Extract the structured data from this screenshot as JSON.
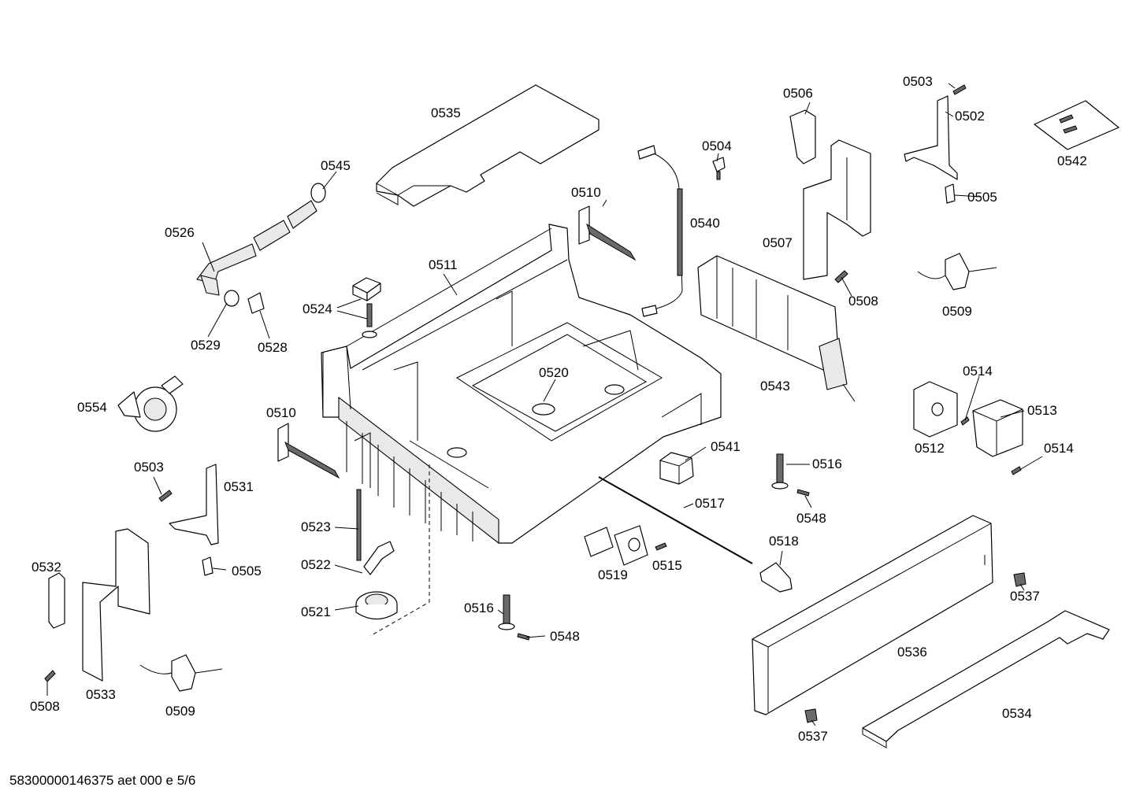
{
  "document": {
    "footer_id": "58300000146375 aet 000 e 5/6"
  },
  "parts": [
    {
      "id": "0503a",
      "label": "0503"
    },
    {
      "id": "0502",
      "label": "0502"
    },
    {
      "id": "0506",
      "label": "0506"
    },
    {
      "id": "0542",
      "label": "0542"
    },
    {
      "id": "0535",
      "label": "0535"
    },
    {
      "id": "0504",
      "label": "0504"
    },
    {
      "id": "0505a",
      "label": "0505"
    },
    {
      "id": "0545",
      "label": "0545"
    },
    {
      "id": "0510a",
      "label": "0510"
    },
    {
      "id": "0540",
      "label": "0540"
    },
    {
      "id": "0526",
      "label": "0526"
    },
    {
      "id": "0507",
      "label": "0507"
    },
    {
      "id": "0511",
      "label": "0511"
    },
    {
      "id": "0508a",
      "label": "0508"
    },
    {
      "id": "0524",
      "label": "0524"
    },
    {
      "id": "0509a",
      "label": "0509"
    },
    {
      "id": "0529",
      "label": "0529"
    },
    {
      "id": "0528",
      "label": "0528"
    },
    {
      "id": "0543",
      "label": "0543"
    },
    {
      "id": "0520",
      "label": "0520"
    },
    {
      "id": "0514a",
      "label": "0514"
    },
    {
      "id": "0554",
      "label": "0554"
    },
    {
      "id": "0510b",
      "label": "0510"
    },
    {
      "id": "0513",
      "label": "0513"
    },
    {
      "id": "0512",
      "label": "0512"
    },
    {
      "id": "0514b",
      "label": "0514"
    },
    {
      "id": "0541",
      "label": "0541"
    },
    {
      "id": "0503b",
      "label": "0503"
    },
    {
      "id": "0516a",
      "label": "0516"
    },
    {
      "id": "0531",
      "label": "0531"
    },
    {
      "id": "0517",
      "label": "0517"
    },
    {
      "id": "0548a",
      "label": "0548"
    },
    {
      "id": "0523",
      "label": "0523"
    },
    {
      "id": "0518",
      "label": "0518"
    },
    {
      "id": "0532",
      "label": "0532"
    },
    {
      "id": "0522",
      "label": "0522"
    },
    {
      "id": "0505b",
      "label": "0505"
    },
    {
      "id": "0519",
      "label": "0519"
    },
    {
      "id": "0515",
      "label": "0515"
    },
    {
      "id": "0537a",
      "label": "0537"
    },
    {
      "id": "0521",
      "label": "0521"
    },
    {
      "id": "0516b",
      "label": "0516"
    },
    {
      "id": "0548b",
      "label": "0548"
    },
    {
      "id": "0536",
      "label": "0536"
    },
    {
      "id": "0533",
      "label": "0533"
    },
    {
      "id": "0508b",
      "label": "0508"
    },
    {
      "id": "0509b",
      "label": "0509"
    },
    {
      "id": "0534",
      "label": "0534"
    },
    {
      "id": "0537b",
      "label": "0537"
    }
  ]
}
